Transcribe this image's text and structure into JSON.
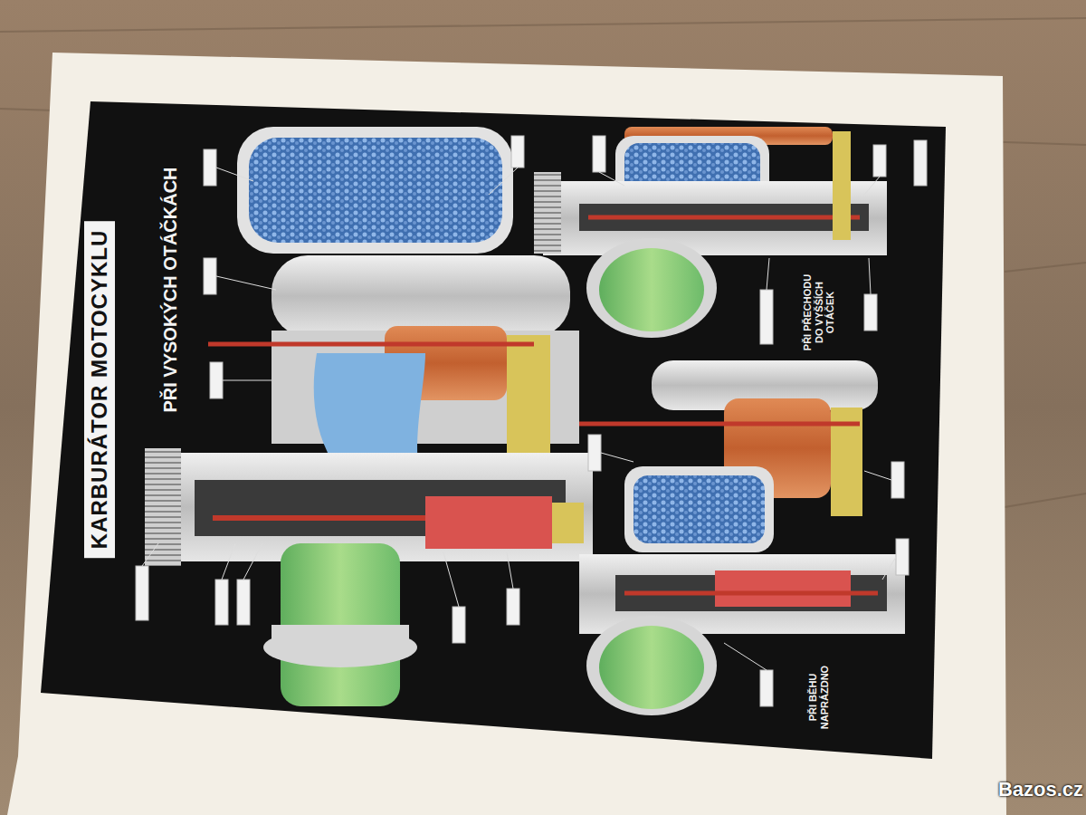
{
  "diagram": {
    "title": "KARBURÁTOR MOTOCYKLU",
    "labels": [
      "PŘI VYSOKÝCH OTÁČKÁCH",
      "PŘI PŘECHODU DO VYŠŠÍCH OTÁČEK",
      "PŘI BĚHU NAPRÁZDNO",
      "Bazos.cz"
    ]
  }
}
